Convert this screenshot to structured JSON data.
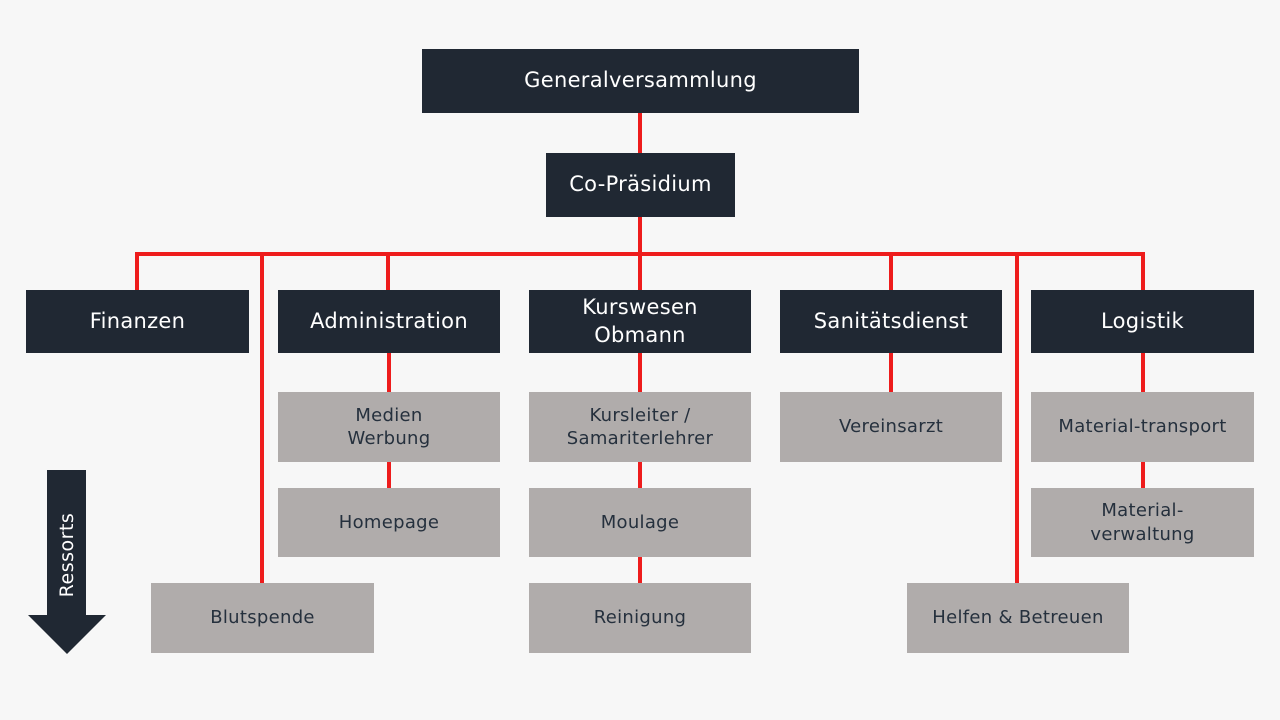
{
  "diagram": {
    "top": "Generalversammlung",
    "presidium": "Co-Präsidium",
    "departments": {
      "finanzen": "Finanzen",
      "administration": "Administration",
      "kurswesen": "Kurswesen\nObmann",
      "sanitaet": "Sanitätsdienst",
      "logistik": "Logistik"
    },
    "units": {
      "medien": "Medien\nWerbung",
      "homepage": "Homepage",
      "blutspende": "Blutspende",
      "kursleiter": "Kursleiter /\nSamariterlehrer",
      "moulage": "Moulage",
      "reinigung": "Reinigung",
      "vereinsarzt": "Vereinsarzt",
      "helfen": "Helfen  & Betreuen",
      "material_transport": "Material-transport",
      "material_verwaltung": "Material-\nverwaltung"
    },
    "side_label": "Ressorts",
    "colors": {
      "connector": "#ee1c1c",
      "dark_box": "#202833",
      "grey_box": "#b0acab",
      "background": "#f7f7f7"
    }
  }
}
